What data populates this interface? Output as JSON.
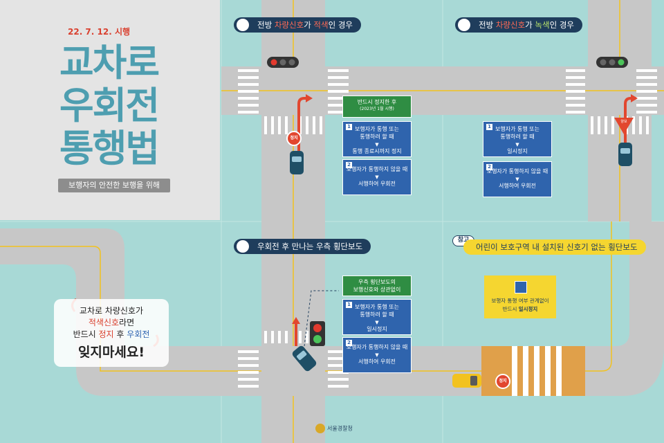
{
  "title_panel": {
    "date": "22. 7. 12. 시행",
    "title_lines": [
      "교차로",
      "우회전",
      "통행법"
    ],
    "subtitle": "보행자의 안전한 보행을 위해"
  },
  "panel_red": {
    "header_parts": [
      "전방 ",
      "차량신호",
      "가 ",
      "적색",
      "인 경우"
    ],
    "stop_sign": "정지",
    "box0": {
      "text": "반드시 정지한 후",
      "note": "(2023년 1월 시행)"
    },
    "box1": {
      "num": "1",
      "line1": "보행자가 통행 또는",
      "line2": "통행하려 할 때",
      "result": "통행 종료시까지 정지"
    },
    "box2": {
      "num": "2",
      "line1": "보행자가 통행하지 않을 때",
      "result": "서행하여 우회전"
    }
  },
  "panel_green": {
    "header_parts": [
      "전방 ",
      "차량신호",
      "가 ",
      "녹색",
      "인 경우"
    ],
    "yield_sign": "양보",
    "box1": {
      "num": "1",
      "line1": "보행자가 통행 또는",
      "line2": "통행하려 할 때",
      "result": "일시정지"
    },
    "box2": {
      "num": "2",
      "line1": "보행자가 통행하지 않을 때",
      "result": "서행하여 우회전"
    }
  },
  "panel_crosswalk": {
    "header": "우회전 후 만나는 우측 횡단보도",
    "green_box": {
      "line1": "우측 횡단보도의",
      "line2": "보행신호와 상관없이"
    },
    "box1": {
      "num": "1",
      "line1": "보행자가 통행 또는",
      "line2": "통행하려 할 때",
      "result": "일시정지"
    },
    "box2": {
      "num": "2",
      "line1": "보행자가 통행하지 않을 때",
      "result": "서행하여 우회전"
    }
  },
  "panel_school": {
    "tag": "참고",
    "header": "어린이 보호구역 내 설치된 신호기 없는 횡단보도",
    "notice_line1": "보행자 통행 여부 관계없이",
    "notice_prefix": "반드시 ",
    "notice_bold": "일시정지",
    "stop_sign": "정지"
  },
  "reminder": {
    "line1": "교차로 차량신호가",
    "line2_red": "적색신호",
    "line2_rest": "라면",
    "line3_a": "반드시 ",
    "line3_red": "정지",
    "line3_b": " 후 ",
    "line3_blue": "우회전",
    "big": "잊지마세요!"
  },
  "logo": {
    "text": "서울경찰청"
  },
  "colors": {
    "background": "#a8d9d6",
    "road": "#c7c7c7",
    "title_blue": "#4e9eb0",
    "accent_red": "#d9402f",
    "header_navy": "#1f3d5c",
    "info_blue": "#2f64ad",
    "notice_yellow": "#f5d630"
  }
}
